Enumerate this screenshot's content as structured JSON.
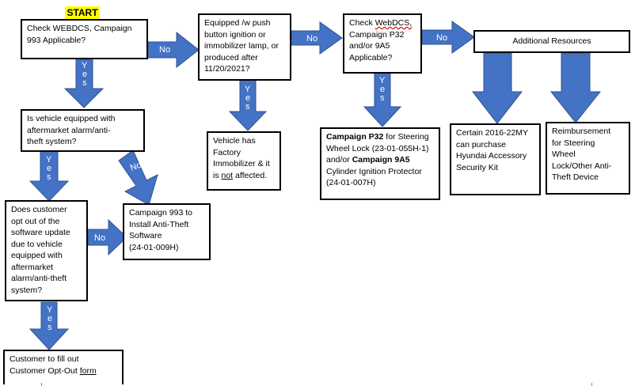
{
  "start_label": "START",
  "colors": {
    "arrow": "#4472c4",
    "arrow_edge": "#2f528f",
    "start_highlight": "#ffff00"
  },
  "edge_labels": {
    "no": "No",
    "yes": "Yes"
  },
  "boxes": {
    "check_webdcs_993": "Check WEBDCS, Campaign\n993 Applicable?",
    "equipped_push_button": "Equipped /w push\nbutton ignition or\nimmobilizer lamp, or\nproduced after\n11/20/2021?",
    "check_webdcs": "WebDCS,",
    "p32_question_prefix": "Check ",
    "p32_question_rest": "Campaign P32\nand/or 9A5\nApplicable?",
    "additional_resources": "Additional Resources",
    "aftermarket_alarm": "Is vehicle equipped with\naftermarket alarm/anti-\ntheft system?",
    "factory_immobilizer_a": "Vehicle has\nFactory\nImmobilizer & it\nis ",
    "factory_immobilizer_not": "not",
    "factory_immobilizer_b": " affected.",
    "p32_campaign_bold1": "Campaign P32",
    "p32_campaign_text1": " for Steering\nWheel Lock (23-01-055H-1)\nand/or ",
    "p32_campaign_bold2": "Campaign 9A5",
    "p32_campaign_text2": "\nCylinder Ignition Protector\n(24-01-007H)",
    "accessory_kit": "Certain 2016-22MY\ncan purchase\nHyundai Accessory\nSecurity Kit",
    "reimbursement": "Reimbursement\nfor Steering\nWheel\nLock/Other Anti-\nTheft Device",
    "opt_out_question": "Does customer\nopt out of the\nsoftware update\ndue to vehicle\nequipped with\naftermarket\nalarm/anti-theft\nsystem?",
    "campaign_993": "Campaign 993 to\nInstall Anti-Theft\nSoftware\n(24-01-009H)",
    "opt_out_form_text": "Customer to fill out\nCustomer Opt-Out ",
    "opt_out_form_link": "form"
  }
}
